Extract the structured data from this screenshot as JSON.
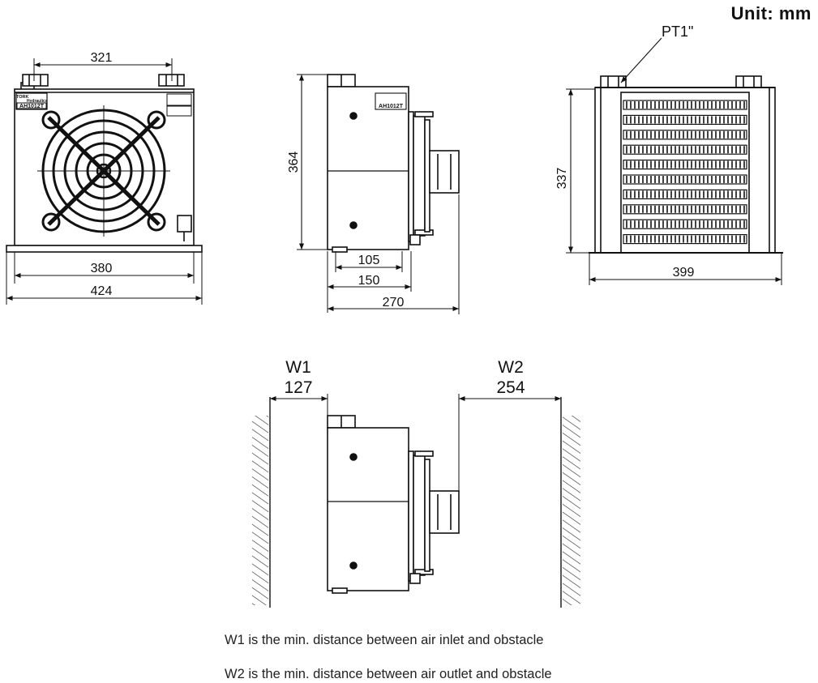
{
  "unit_label": "Unit: mm",
  "port_label": "PT1\"",
  "front_view": {
    "badge_brand": "TORK",
    "badge_sub": "Hydraulics",
    "model": "AH1012T",
    "dim_top": "321",
    "dim_inner": "380",
    "dim_outer": "424"
  },
  "side_view": {
    "model": "AH1012T",
    "dim_height": "364",
    "dim_a": "105",
    "dim_b": "150",
    "dim_c": "270"
  },
  "rear_view": {
    "dim_height": "337",
    "dim_width": "399"
  },
  "clearance": {
    "w1_label": "W1",
    "w1_value": "127",
    "w2_label": "W2",
    "w2_value": "254"
  },
  "notes": [
    "W1 is the min. distance between air inlet and obstacle",
    "W2 is the min. distance between air outlet and obstacle"
  ]
}
